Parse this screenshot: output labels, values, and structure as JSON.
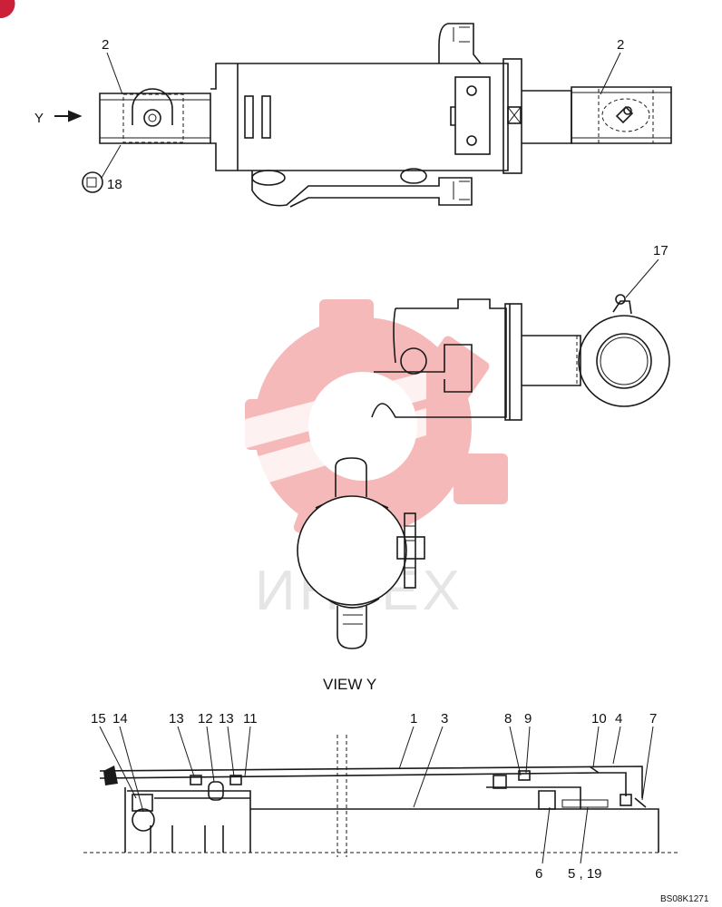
{
  "labels": {
    "top_left_2": "2",
    "top_right_2": "2",
    "y_arrow": "Y",
    "item_18": "18",
    "item_17": "17",
    "view_title": "VIEW Y",
    "item_15": "15",
    "item_14": "14",
    "item_13a": "13",
    "item_12": "12",
    "item_13b": "13",
    "item_11": "11",
    "item_1": "1",
    "item_3": "3",
    "item_8": "8",
    "item_9": "9",
    "item_10": "10",
    "item_4": "4",
    "item_7": "7",
    "item_6": "6",
    "item_5_19": "5 , 19",
    "drawing_code": "BS08K1271"
  },
  "watermark": {
    "text": "ИНТЕХ",
    "gear_color": "#f08080",
    "text_color": "#d9d9d9"
  },
  "colors": {
    "line": "#1a1a1a",
    "corner_mark": "#cc1f3a"
  }
}
